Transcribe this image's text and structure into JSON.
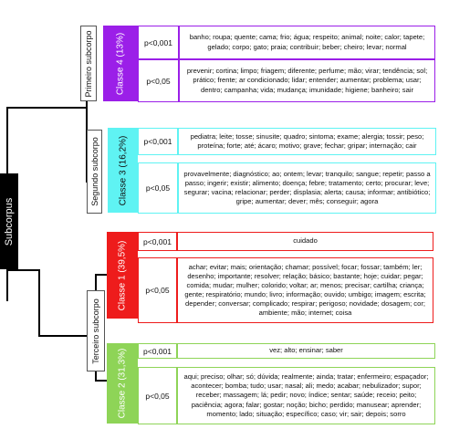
{
  "root": {
    "label": "Subcorpus"
  },
  "subcorpora": [
    {
      "label": "Primeiro subcorpo"
    },
    {
      "label": "Segundo subcorpo"
    },
    {
      "label": "Terceiro subcorpo"
    }
  ],
  "classes": [
    {
      "label": "Classe 4 (13%)",
      "color": "#9b1fe8",
      "rows": [
        {
          "p": "p<0,001",
          "words": "banho; roupa; quente; cama; frio; água; respeito; animal; noite; calor; tapete; gelado; corpo; gato; praia; contribuir; beber; cheiro; levar; normal"
        },
        {
          "p": "p<0,05",
          "words": "prevenir; cortina; limpo; friagem; diferente; perfume; mão; virar; tendência; sol; prático; frente; ar condicionado; lidar; entender; aumentar; problema; usar; dentro; campanha; vida; mudança; imunidade; higiene; banheiro; sair"
        }
      ]
    },
    {
      "label": "Classe 3 (16,2%)",
      "color": "#5ff3f3",
      "rows": [
        {
          "p": "p<0,001",
          "words": "pediatra; leite; tosse; sinusite; quadro; sintoma; exame; alergia; tossir; peso; proteína; forte; até; ácaro; motivo; grave; fechar; gripar; internação; cair"
        },
        {
          "p": "p<0,05",
          "words": "provavelmente; diagnóstico; ao; ontem; levar; tranquilo; sangue; repetir; passo a passo; ingerir; existir; alimento; doença; febre; tratamento; certo; procurar; leve; segurar; vacina; relacionar; perder; displasia; alerta; causa; informar; antibiótico; gripe; aumentar; dever; mês; conseguir; agora"
        }
      ]
    },
    {
      "label": "Classe 1 (39,5%)",
      "color": "#ee1c1c",
      "rows": [
        {
          "p": "p<0,001",
          "words": "cuidado"
        },
        {
          "p": "p<0,05",
          "words": "achar; evitar; mais; orientação; chamar; possível; focar; fossar; também; ler; desenho; importante; resolver; relação; básico; bastante; hoje; cuidar; pegar; comida; mudar; mulher; colorido; voltar; ar; menos; precisar; cartilha; criança; gente; respiratório; mundo; livro; informação; ouvido; umbigo; imagem; escrita; depender; conversar; complicado; respirar; perigoso; novidade; dosagem; cor; ambiente; mão; internet; coisa"
        }
      ]
    },
    {
      "label": "Classe 2 (31,3%)",
      "color": "#8ed457",
      "rows": [
        {
          "p": "p<0,001",
          "words": "vez; alto; ensinar; saber"
        },
        {
          "p": "p<0,05",
          "words": "aqui; preciso; olhar; só; dúvida; realmente; ainda; tratar; enfermeiro; espaçador; acontecer; bomba; tudo; usar; nasal; ali; medo; acabar; nebulizador; supor; receber; massagem; lá; pedir; novo; índice; sentar; saúde; receio; peito; paciência; agora; falar; gostar; noção; bicho; perdido; manusear; aprender; momento; lado; situação; específico; caso; vir; sair; depois; sorro"
        }
      ]
    }
  ]
}
